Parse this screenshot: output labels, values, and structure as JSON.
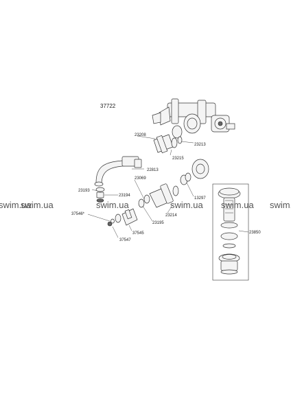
{
  "diagram": {
    "model_number": "37722",
    "watermark": "swim.ua",
    "part_labels": {
      "p23208": "23208",
      "p23213": "23213",
      "p23215": "23215",
      "p22813": "22813",
      "p23069": "23069",
      "p23193": "23193",
      "p23194": "23194",
      "p13297": "13297",
      "p23214": "23214",
      "p37546": "37546*",
      "p23195": "23195",
      "p37545": "37545",
      "p37547": "37547",
      "p23850": "23850"
    }
  }
}
